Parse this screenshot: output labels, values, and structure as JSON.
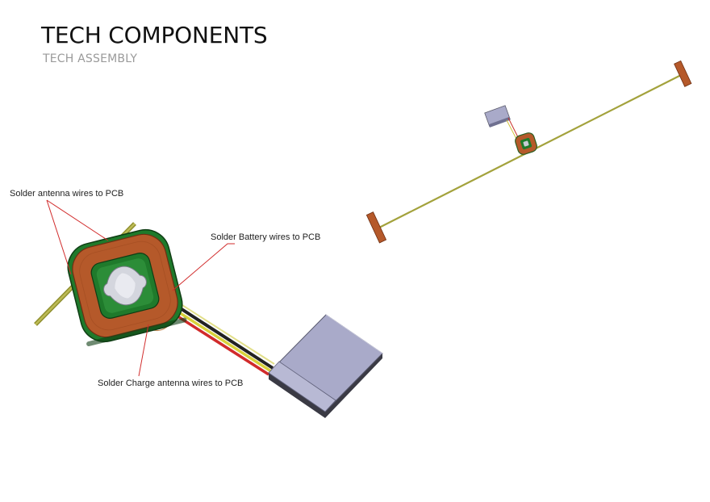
{
  "header": {
    "title": "TECH COMPONENTS",
    "subtitle": "TECH ASSEMBLY"
  },
  "callouts": {
    "antenna": "Solder antenna wires to PCB",
    "battery": "Solder Battery wires to PCB",
    "charge": "Solder Charge antenna wires to PCB"
  },
  "colors": {
    "copper": "#b5592a",
    "pcb_green": "#1f7a2b",
    "antenna_wire": "#a3a23c",
    "battery_body": "#a9aac9",
    "leader_line": "#d12b2b"
  },
  "icons": {
    "coil": "charging-coil-icon",
    "battery": "battery-pack-icon",
    "overview": "assembly-overview-icon"
  }
}
